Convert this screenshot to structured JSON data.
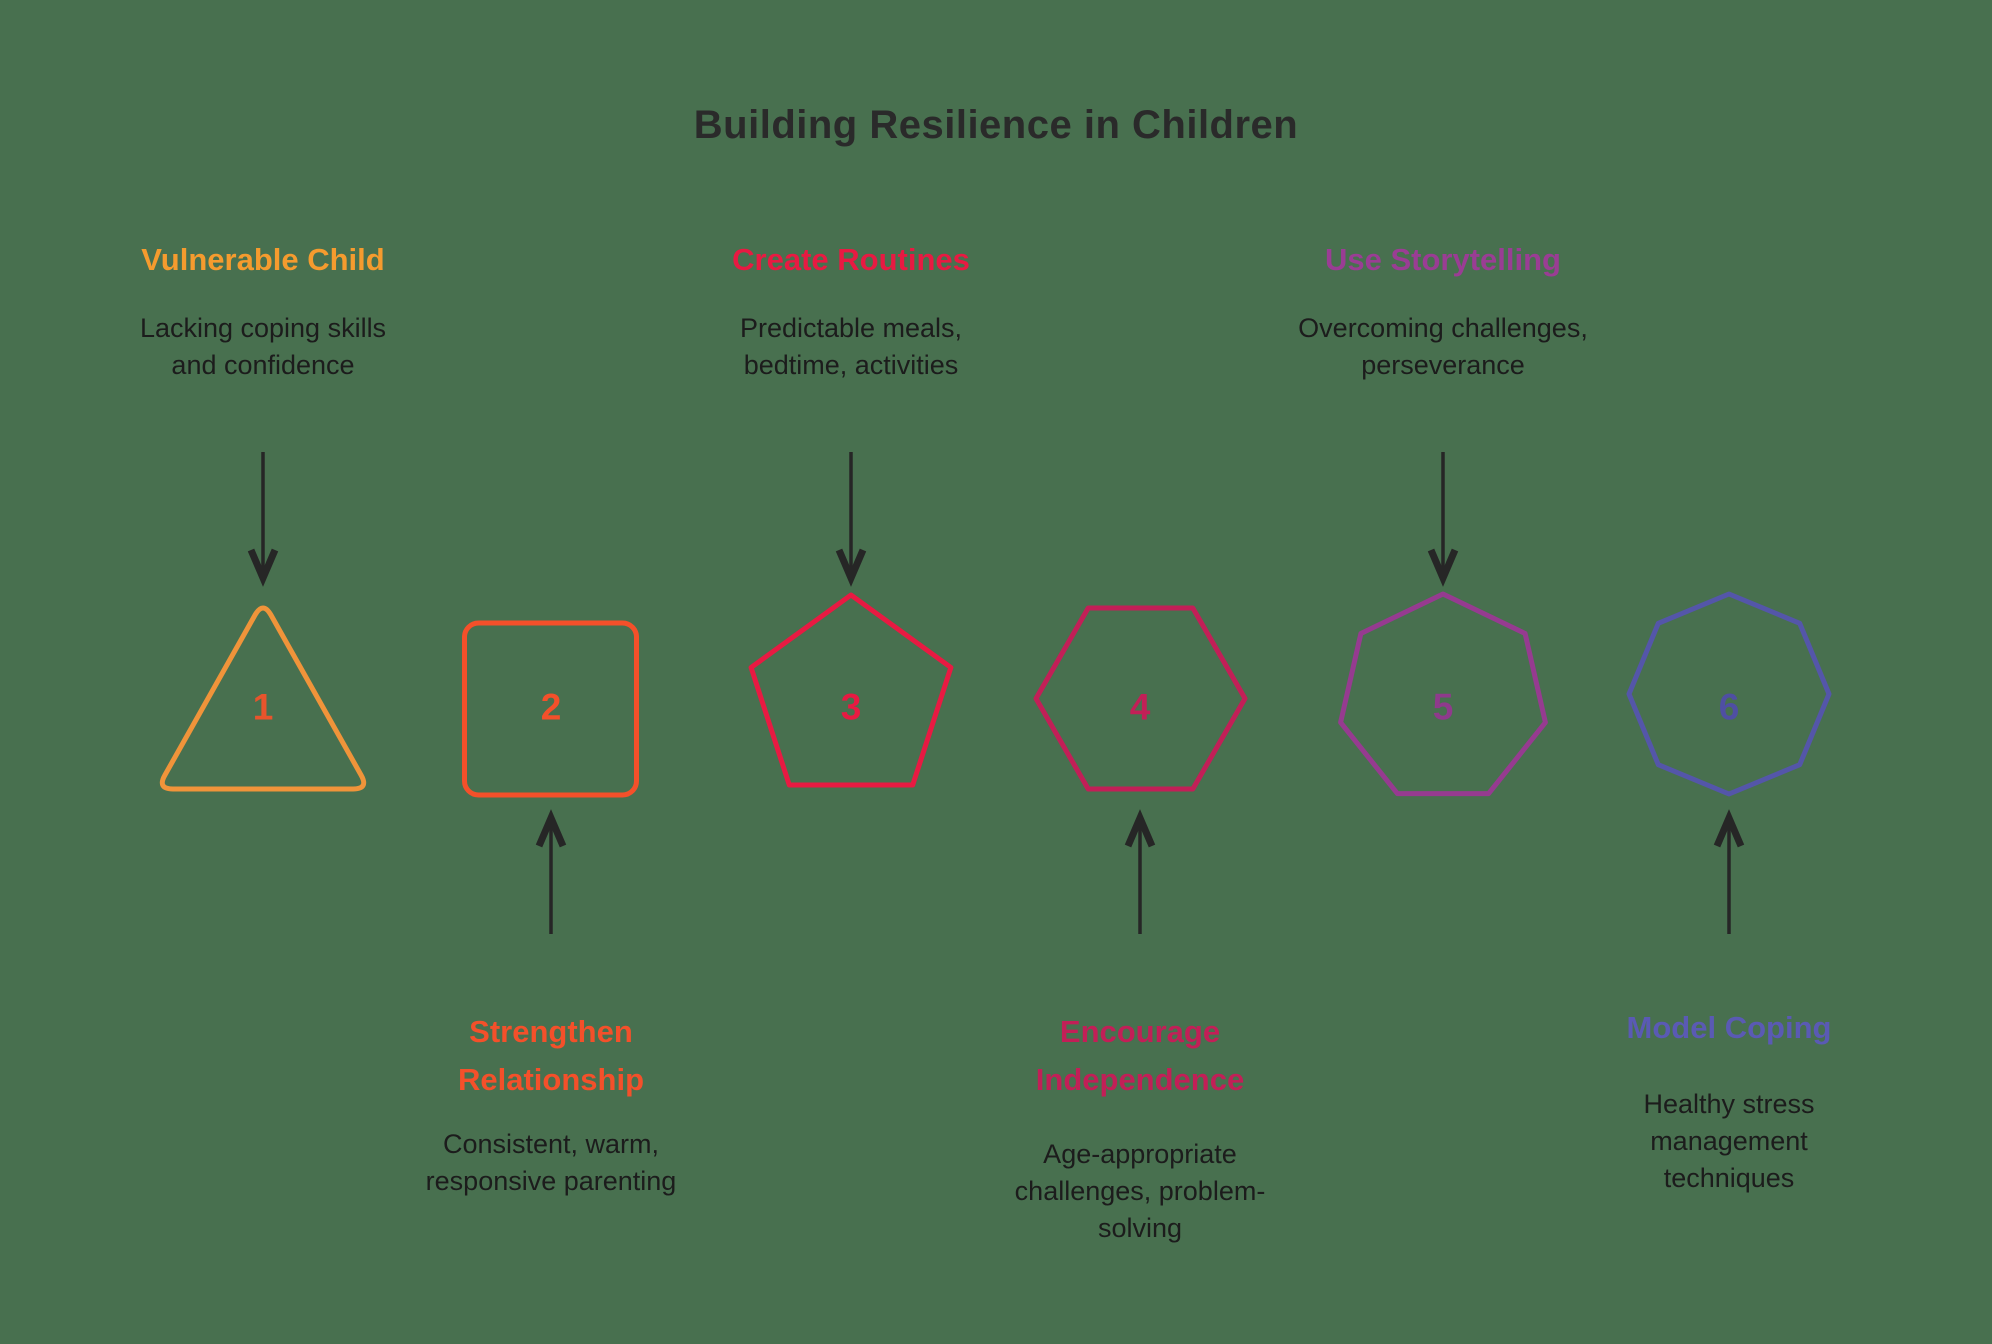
{
  "title": "Building Resilience in Children",
  "colors": {
    "background": "#48704F",
    "title_text": "#2A2A2A",
    "body_text": "#1C1C1C",
    "arrow": "#262626"
  },
  "steps": [
    {
      "num": "1",
      "shape": "triangle",
      "label_position": "top",
      "label_lines": [
        "Vulnerable Child"
      ],
      "desc_lines": [
        "Lacking coping skills",
        "and confidence"
      ],
      "label_color": "#F59B2E",
      "shape_color": "#F0943A",
      "num_color": "#E8542C"
    },
    {
      "num": "2",
      "shape": "square",
      "label_position": "bottom",
      "label_lines": [
        "Strengthen",
        "Relationship"
      ],
      "desc_lines": [
        "Consistent, warm,",
        "responsive parenting"
      ],
      "label_color": "#F4502A",
      "shape_color": "#F4502A",
      "num_color": "#F4502A"
    },
    {
      "num": "3",
      "shape": "pentagon",
      "label_position": "top",
      "label_lines": [
        "Create Routines"
      ],
      "desc_lines": [
        "Predictable meals,",
        "bedtime, activities"
      ],
      "label_color": "#E81A42",
      "shape_color": "#E81A42",
      "num_color": "#E81A42"
    },
    {
      "num": "4",
      "shape": "hexagon",
      "label_position": "bottom",
      "label_lines": [
        "Encourage",
        "Independence"
      ],
      "desc_lines": [
        "Age-appropriate",
        "challenges, problem-",
        "solving"
      ],
      "label_color": "#C21F57",
      "shape_color": "#C21F57",
      "num_color": "#C21F57"
    },
    {
      "num": "5",
      "shape": "heptagon",
      "label_position": "top",
      "label_lines": [
        "Use Storytelling"
      ],
      "desc_lines": [
        "Overcoming challenges,",
        "perseverance"
      ],
      "label_color": "#9A3D94",
      "shape_color": "#963B90",
      "num_color": "#8F3A8C"
    },
    {
      "num": "6",
      "shape": "octagon",
      "label_position": "bottom",
      "label_lines": [
        "Model Coping"
      ],
      "desc_lines": [
        "Healthy stress",
        "management",
        "techniques"
      ],
      "label_color": "#5A5AB4",
      "shape_color": "#5456A9",
      "num_color": "#4F4FA3"
    }
  ]
}
